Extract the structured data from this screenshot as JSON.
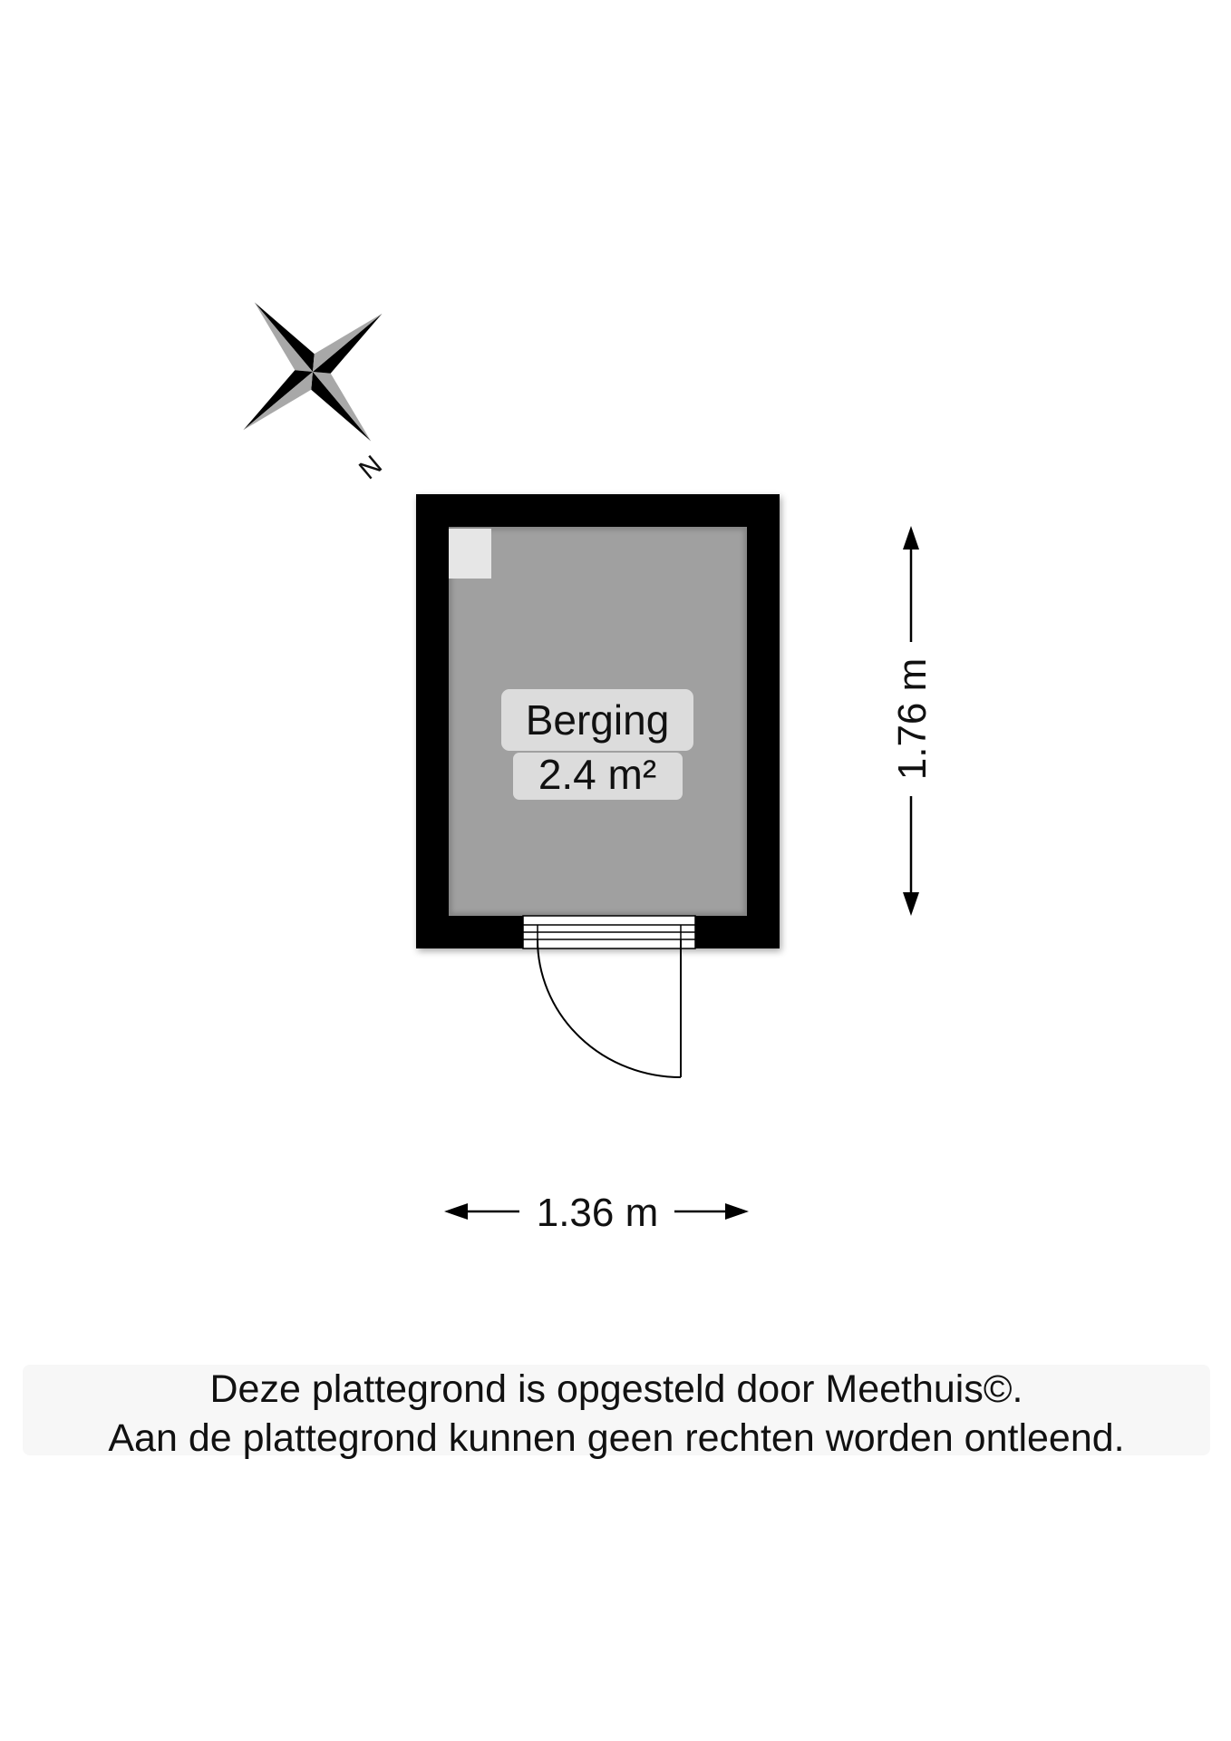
{
  "room": {
    "name": "Berging",
    "area": "2.4 m²"
  },
  "dimensions": {
    "height": "1.76 m",
    "width": "1.36 m"
  },
  "compass": {
    "north_label": "N"
  },
  "disclaimer": {
    "line1": "Deze plattegrond is opgesteld door Meethuis©.",
    "line2": "Aan de plattegrond kunnen geen rechten worden ontleend."
  },
  "colors": {
    "wall": "#000000",
    "floor": "#a0a0a0",
    "label_bg": "#dcdcdc",
    "fixture": "#e6e6e6",
    "compass_light": "#a8a8a8",
    "compass_dark": "#000000"
  }
}
